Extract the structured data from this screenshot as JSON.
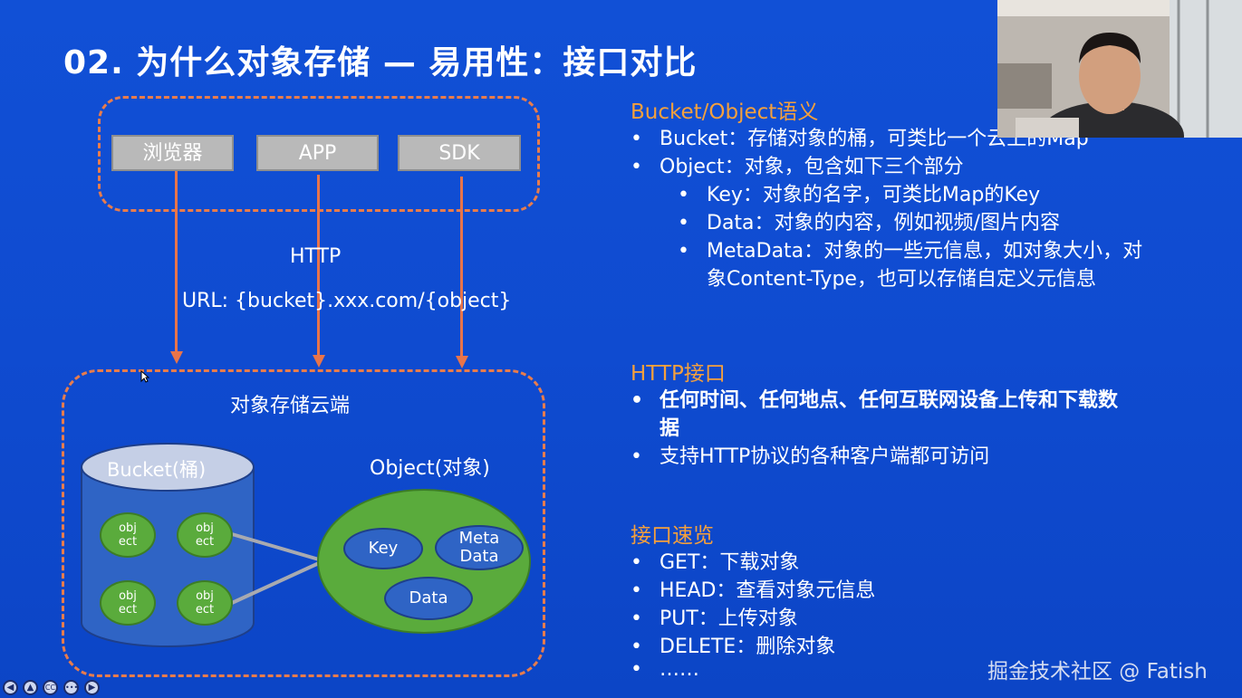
{
  "slide": {
    "title": "02. 为什么对象存储 — 易用性：接口对比"
  },
  "diagram": {
    "clients": [
      "浏览器",
      "APP",
      "SDK"
    ],
    "protocol": "HTTP",
    "url": "URL: {bucket}.xxx.com/{object}",
    "cloud_label": "对象存储云端",
    "bucket_label": "Bucket(桶)",
    "bucket_objects": [
      "obj\nect",
      "obj\nect",
      "obj\nect",
      "obj\nect"
    ],
    "object_label": "Object(对象)",
    "object_parts": [
      "Key",
      "Meta\nData",
      "Data"
    ]
  },
  "semantics": {
    "heading": "Bucket/Object语义",
    "items": [
      "Bucket：存储对象的桶，可类比一个云上的Map",
      "Object：对象，包含如下三个部分"
    ],
    "sub_items": [
      "Key：对象的名字，可类比Map的Key",
      "Data：对象的内容，例如视频/图片内容",
      "MetaData：对象的一些元信息，如对象大小，对",
      "象Content-Type，也可以存储自定义元信息"
    ]
  },
  "http_interface": {
    "heading": "HTTP接口",
    "items": [
      "任何时间、任何地点、任何互联网设备上传和下载数",
      "据",
      "支持HTTP协议的各种客户端都可访问"
    ]
  },
  "api_overview": {
    "heading": "接口速览",
    "items": [
      "GET：下载对象",
      "HEAD：查看对象元信息",
      "PUT：上传对象",
      "DELETE：删除对象",
      "……"
    ]
  },
  "player_controls": [
    {
      "icon": "prev-icon",
      "glyph": "◀"
    },
    {
      "icon": "home-icon",
      "glyph": "▲"
    },
    {
      "icon": "captions-icon",
      "glyph": "CC"
    },
    {
      "icon": "more-icon",
      "glyph": "•••"
    },
    {
      "icon": "next-icon",
      "glyph": "▶"
    }
  ],
  "watermark": "掘金技术社区 @ Fatish",
  "colors": {
    "background": "#1150d6",
    "accent_orange": "#f5a03c",
    "dash_orange": "#e87c4c",
    "object_green": "#5aab3c",
    "inner_blue": "#2f64c5"
  }
}
